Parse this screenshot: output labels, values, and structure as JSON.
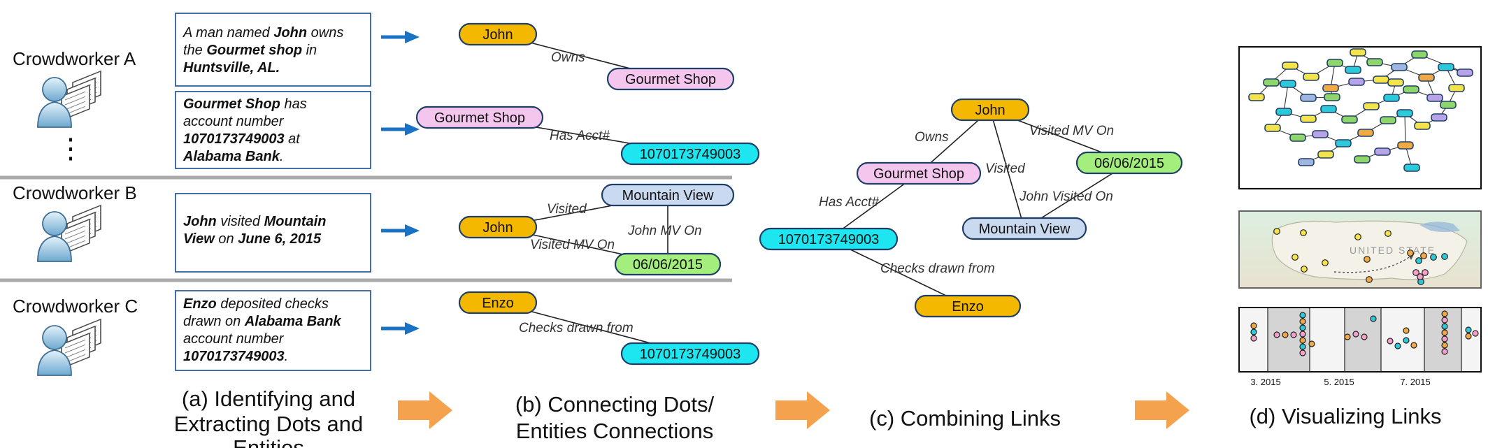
{
  "colors": {
    "person": "#f5b800",
    "business": "#f4c6ee",
    "account": "#1ee6f0",
    "place": "#c9d9ef",
    "date": "#a3ee7c",
    "arrow_blue": "#1a72c4",
    "arrow_orange": "#f5a24f",
    "separator": "#aaaaaa"
  },
  "panel_a": {
    "workers": [
      {
        "label": "Crowdworker A",
        "icon": "crowdworker-documents-icon"
      },
      {
        "label": "Crowdworker B",
        "icon": "crowdworker-documents-icon"
      },
      {
        "label": "Crowdworker C",
        "icon": "crowdworker-documents-icon"
      }
    ],
    "ellipsis": "⋮",
    "snippets": [
      {
        "lines": [
          [
            {
              "t": "A man named ",
              "b": false
            },
            {
              "t": "John",
              "b": true
            },
            {
              "t": " owns",
              "b": false
            }
          ],
          [
            {
              "t": "the ",
              "b": false
            },
            {
              "t": "Gourmet shop",
              "b": true
            },
            {
              "t": " in",
              "b": false
            }
          ],
          [
            {
              "t": "Huntsville, AL.",
              "b": true
            }
          ]
        ]
      },
      {
        "lines": [
          [
            {
              "t": "Gourmet Shop",
              "b": true
            },
            {
              "t": " has",
              "b": false
            }
          ],
          [
            {
              "t": "account number",
              "b": false
            }
          ],
          [
            {
              "t": "1070173749003",
              "b": true
            },
            {
              "t": " at",
              "b": false
            }
          ],
          [
            {
              "t": "Alabama Bank",
              "b": true
            },
            {
              "t": ".",
              "b": false
            }
          ]
        ]
      },
      {
        "lines": [
          [
            {
              "t": "John",
              "b": true
            },
            {
              "t": " visited ",
              "b": false
            },
            {
              "t": "Mountain",
              "b": true
            }
          ],
          [
            {
              "t": "View",
              "b": true
            },
            {
              "t": " on ",
              "b": false
            },
            {
              "t": "June 6, 2015",
              "b": true
            }
          ]
        ]
      },
      {
        "lines": [
          [
            {
              "t": "Enzo",
              "b": true
            },
            {
              "t": " deposited checks",
              "b": false
            }
          ],
          [
            {
              "t": "drawn on ",
              "b": false
            },
            {
              "t": "Alabama Bank",
              "b": true
            }
          ],
          [
            {
              "t": "account number",
              "b": false
            }
          ],
          [
            {
              "t": "1070173749003",
              "b": true
            },
            {
              "t": ".",
              "b": false
            }
          ]
        ]
      }
    ],
    "caption": [
      "(a) Identifying and",
      "Extracting Dots and",
      "Entities"
    ]
  },
  "panel_b": {
    "graphs": [
      {
        "nodes": [
          {
            "id": "b1-john",
            "label": "John",
            "kind": "person"
          },
          {
            "id": "b1-shop",
            "label": "Gourmet Shop",
            "kind": "business"
          }
        ],
        "edges": [
          {
            "from": "b1-john",
            "to": "b1-shop",
            "label": "Owns"
          }
        ]
      },
      {
        "nodes": [
          {
            "id": "b2-shop",
            "label": "Gourmet Shop",
            "kind": "business"
          },
          {
            "id": "b2-acct",
            "label": "1070173749003",
            "kind": "account"
          }
        ],
        "edges": [
          {
            "from": "b2-shop",
            "to": "b2-acct",
            "label": "Has Acct#"
          }
        ]
      },
      {
        "nodes": [
          {
            "id": "b3-john",
            "label": "John",
            "kind": "person"
          },
          {
            "id": "b3-mv",
            "label": "Mountain View",
            "kind": "place"
          },
          {
            "id": "b3-date",
            "label": "06/06/2015",
            "kind": "date"
          }
        ],
        "edges": [
          {
            "from": "b3-john",
            "to": "b3-mv",
            "label": "Visited"
          },
          {
            "from": "b3-john",
            "to": "b3-date",
            "label": "Visited MV On"
          },
          {
            "from": "b3-mv",
            "to": "b3-date",
            "label": "John MV On"
          }
        ]
      },
      {
        "nodes": [
          {
            "id": "b4-enzo",
            "label": "Enzo",
            "kind": "person"
          },
          {
            "id": "b4-acct",
            "label": "1070173749003",
            "kind": "account"
          }
        ],
        "edges": [
          {
            "from": "b4-enzo",
            "to": "b4-acct",
            "label": "Checks drawn from"
          }
        ]
      }
    ],
    "caption": [
      "(b) Connecting Dots/",
      "Entities Connections"
    ]
  },
  "panel_c": {
    "nodes": [
      {
        "id": "c-john",
        "label": "John",
        "kind": "person"
      },
      {
        "id": "c-shop",
        "label": "Gourmet Shop",
        "kind": "business"
      },
      {
        "id": "c-date",
        "label": "06/06/2015",
        "kind": "date"
      },
      {
        "id": "c-mv",
        "label": "Mountain View",
        "kind": "place"
      },
      {
        "id": "c-acct",
        "label": "1070173749003",
        "kind": "account"
      },
      {
        "id": "c-enzo",
        "label": "Enzo",
        "kind": "person"
      }
    ],
    "edges": [
      {
        "from": "c-john",
        "to": "c-shop",
        "label": "Owns"
      },
      {
        "from": "c-john",
        "to": "c-date",
        "label": "Visited MV On"
      },
      {
        "from": "c-john",
        "to": "c-mv",
        "label": "Visited"
      },
      {
        "from": "c-mv",
        "to": "c-date",
        "label": "John Visited On"
      },
      {
        "from": "c-shop",
        "to": "c-acct",
        "label": "Has Acct#"
      },
      {
        "from": "c-acct",
        "to": "c-enzo",
        "label": "Checks drawn from"
      }
    ],
    "caption": [
      "(c) Combining Links"
    ]
  },
  "panel_d": {
    "views": [
      {
        "name": "network-view"
      },
      {
        "name": "map-view",
        "map_text": "UNITED STATE"
      },
      {
        "name": "timeline-view",
        "ticks": [
          "3. 2015",
          "5. 2015",
          "7. 2015"
        ]
      }
    ],
    "caption": [
      "(d) Visualizing Links"
    ]
  }
}
